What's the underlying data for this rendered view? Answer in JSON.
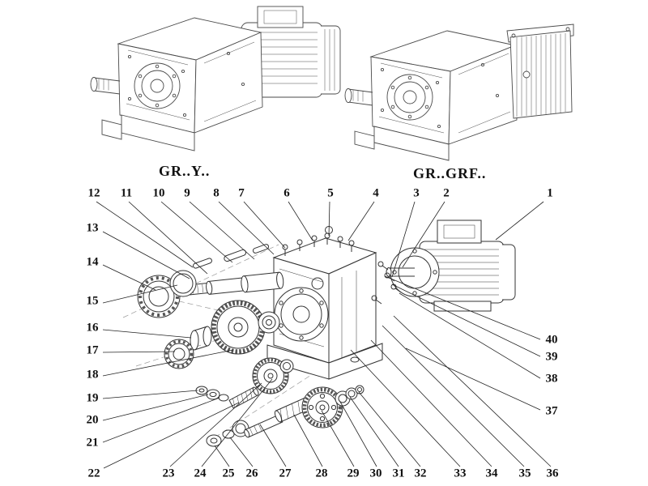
{
  "figures": {
    "left_label": "GR..Y..",
    "right_label": "GR..GRF.."
  },
  "exploded": {
    "callouts": [
      "1",
      "2",
      "3",
      "4",
      "5",
      "6",
      "7",
      "8",
      "9",
      "10",
      "11",
      "12",
      "13",
      "14",
      "15",
      "16",
      "17",
      "18",
      "19",
      "20",
      "21",
      "22",
      "23",
      "24",
      "25",
      "26",
      "27",
      "28",
      "29",
      "30",
      "31",
      "32",
      "33",
      "34",
      "35",
      "36",
      "37",
      "38",
      "39",
      "40"
    ]
  },
  "colors": {
    "ink": "#3a3a3a",
    "background": "#ffffff"
  }
}
